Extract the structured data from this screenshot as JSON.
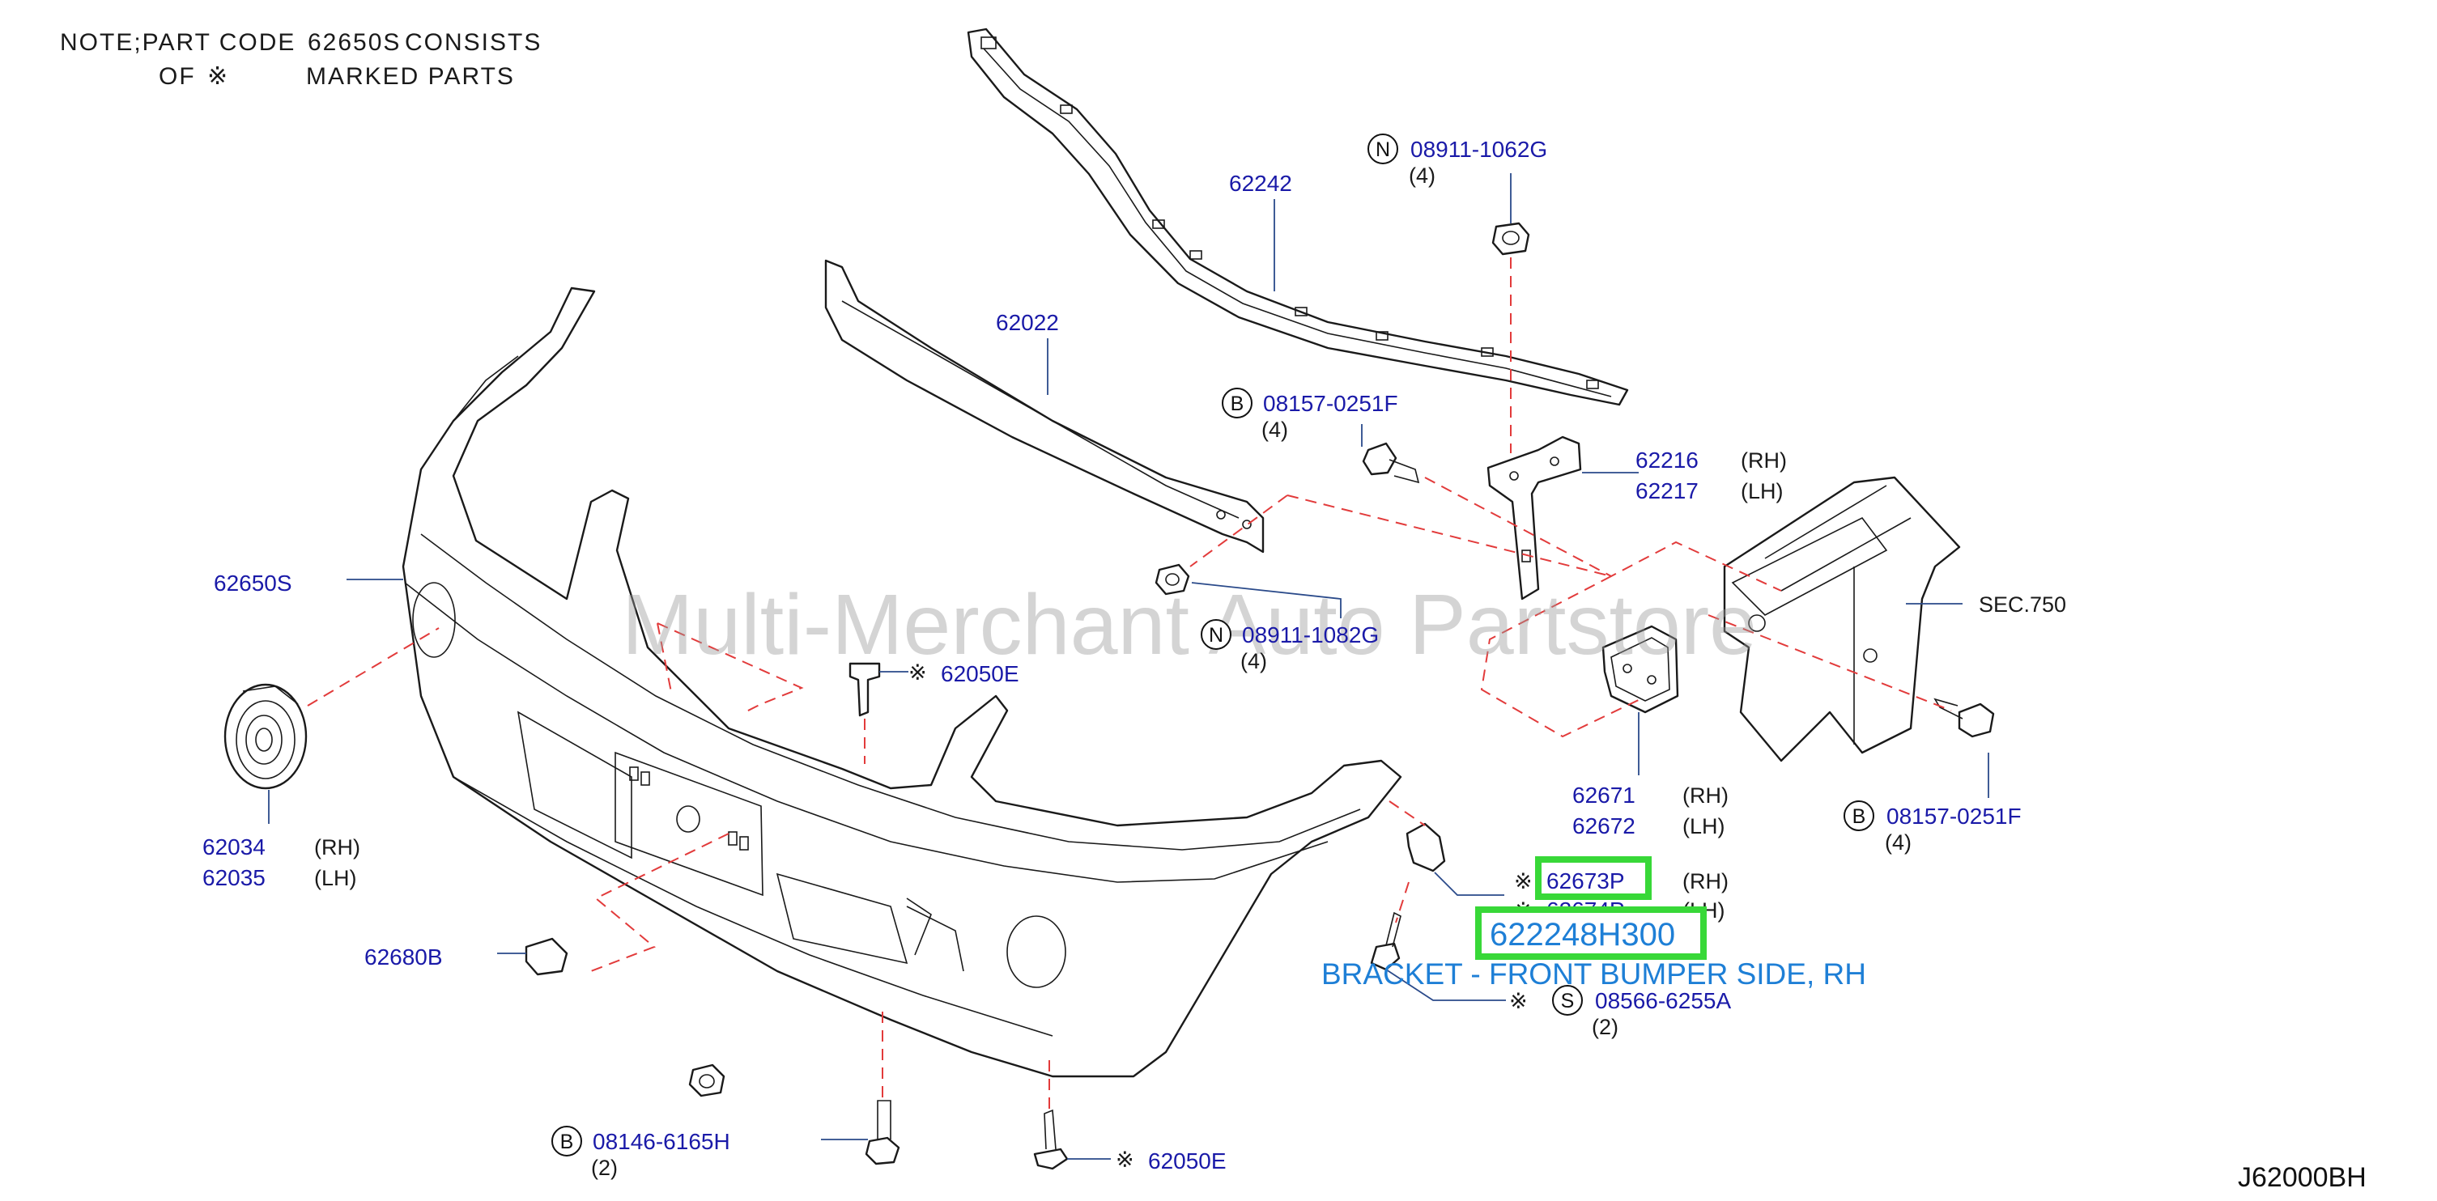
{
  "note": {
    "line1_prefix": "NOTE;PART   CODE",
    "line1_code": "62650S",
    "line1_suffix": "CONSISTS",
    "line2_prefix": "OF",
    "line2_suffix": "MARKED   PARTS"
  },
  "watermark": "Multi-Merchant Auto Partstore",
  "diagram_code": "J62000BH",
  "highlight": {
    "part_number": "622248H300",
    "description": "BRACKET - FRONT BUMPER SIDE, RH"
  },
  "labels": {
    "p62242": "62242",
    "p08911_1062g": "08911-1062G",
    "q08911_1062g": "(4)",
    "p62022": "62022",
    "p08157_top": "08157-0251F",
    "q08157_top": "(4)",
    "p62216": "62216",
    "s62216": "(RH)",
    "p62217": "62217",
    "s62217": "(LH)",
    "p62650s": "62650S",
    "sec750": "SEC.750",
    "p08911_1082g": "08911-1082G",
    "q08911_1082g": "(4)",
    "p62050e_top": "62050E",
    "p62671": "62671",
    "s62671": "(RH)",
    "p62672": "62672",
    "s62672": "(LH)",
    "p08157_right": "08157-0251F",
    "q08157_right": "(4)",
    "p62034": "62034",
    "s62034": "(RH)",
    "p62035": "62035",
    "s62035": "(LH)",
    "p62673p": "62673P",
    "s62673p": "(RH)",
    "p62674p": "62674P",
    "s62674p": "(LH)",
    "p62680b": "62680B",
    "p08566": "08566-6255A",
    "q08566": "(2)",
    "p08146": "08146-6165H",
    "q08146": "(2)",
    "p62050e_bot": "62050E"
  },
  "callouts": {
    "n": "N",
    "b": "B",
    "s": "S"
  },
  "marker": "※"
}
